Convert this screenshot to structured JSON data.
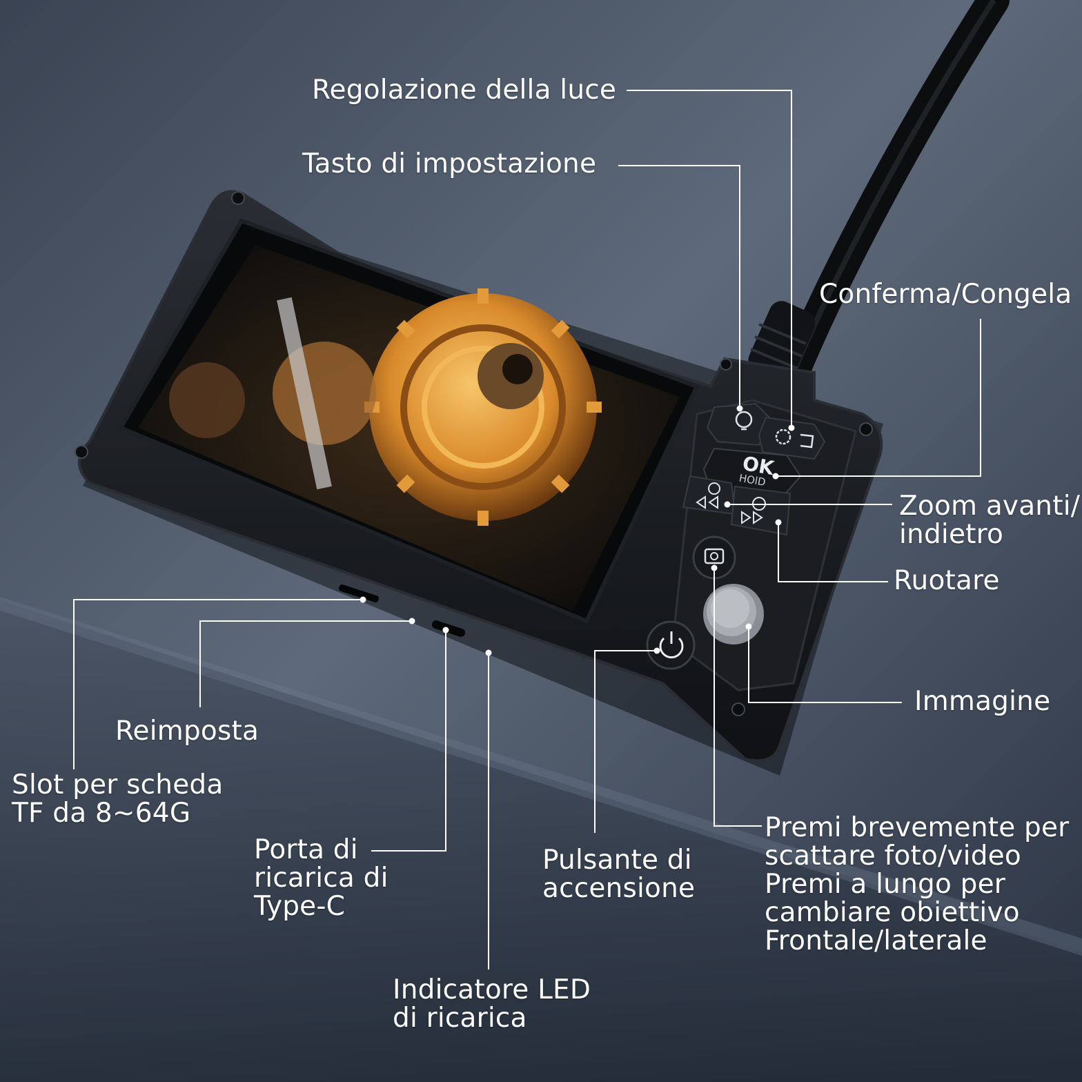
{
  "colors": {
    "bg_light": "#5f6b7c",
    "bg_dark": "#252d3a",
    "device_body": "#141619",
    "device_edge": "#2a2d33",
    "gear_orange": "#d98a2b",
    "callout_line": "#ffffff",
    "text": "#ffffff"
  },
  "labels": {
    "light": "Regolazione della luce",
    "settings": "Tasto di impostazione",
    "confirm": "Conferma/Congela",
    "zoom": [
      "Zoom avanti/",
      "indietro"
    ],
    "rotate": "Ruotare",
    "image": "Immagine",
    "reset": "Reimposta",
    "tf_slot": [
      "Slot per scheda",
      "TF da 8~64G"
    ],
    "typec": [
      "Porta di",
      "ricarica di",
      "Type-C"
    ],
    "power": [
      "Pulsante di",
      "accensione"
    ],
    "led": [
      "Indicatore LED",
      "di ricarica"
    ],
    "shoot": [
      "Premi brevemente per",
      "scattare foto/video",
      "Premi a lungo per",
      "cambiare obiettivo",
      "Frontale/laterale"
    ]
  },
  "device": {
    "ok_text": "OK",
    "hold_text": "HOlD"
  }
}
